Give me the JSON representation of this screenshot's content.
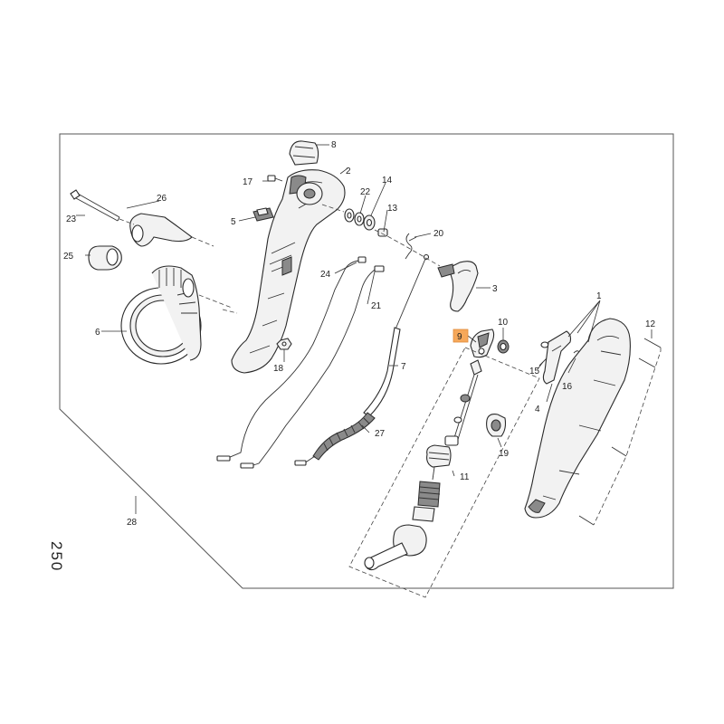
{
  "page_number": "250",
  "highlight_color": "#f6a85a",
  "highlighted_part": "9",
  "callouts": [
    "1",
    "2",
    "3",
    "4",
    "5",
    "6",
    "7",
    "8",
    "9",
    "10",
    "11",
    "12",
    "13",
    "14",
    "15",
    "16",
    "17",
    "18",
    "19",
    "20",
    "21",
    "22",
    "23",
    "24",
    "25",
    "26",
    "27",
    "28"
  ]
}
